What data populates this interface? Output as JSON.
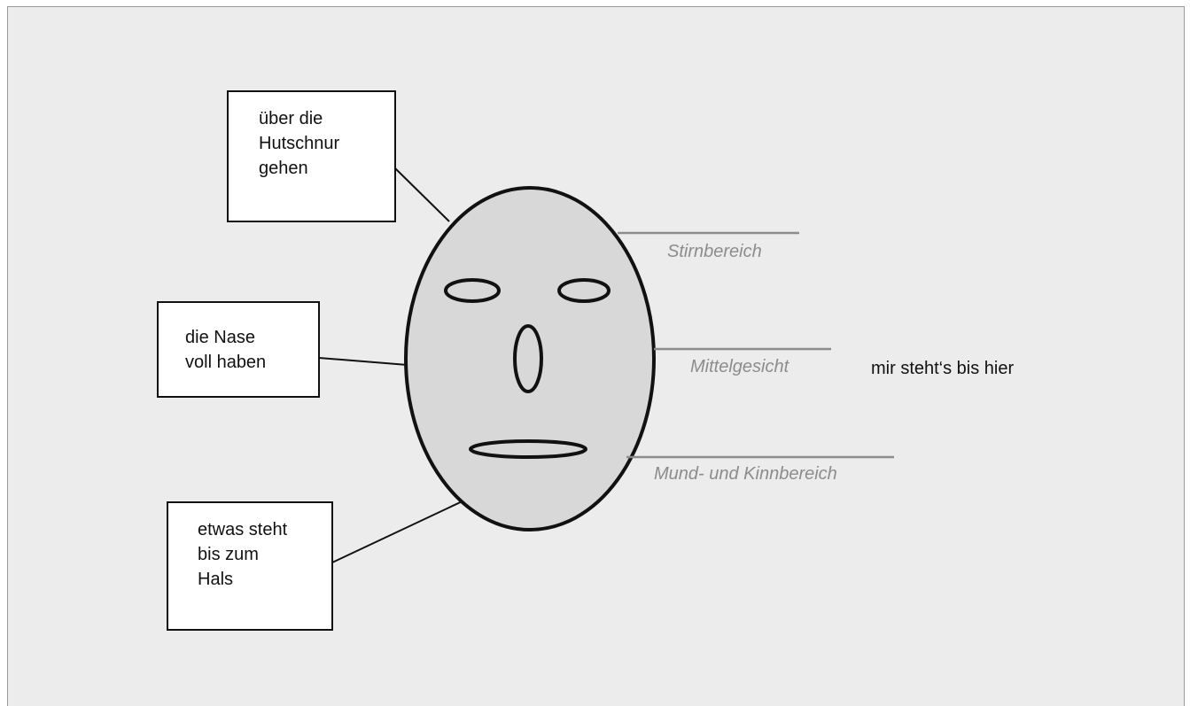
{
  "boxes": {
    "top": "über die\nHutschnur\ngehen",
    "middle": "die Nase\nvoll haben",
    "bottom": "etwas steht\nbis zum\nHals"
  },
  "zones": {
    "forehead": "Stirnbereich",
    "midface": "Mittelgesicht",
    "mouth_chin": "Mund- und Kinnbereich"
  },
  "side_text": "mir steht‘s bis hier",
  "colors": {
    "background": "#ececec",
    "face_fill": "#d8d8d8",
    "outline": "#111111",
    "zone_text": "#8c8c8c",
    "zone_line": "#8c8c8c"
  }
}
